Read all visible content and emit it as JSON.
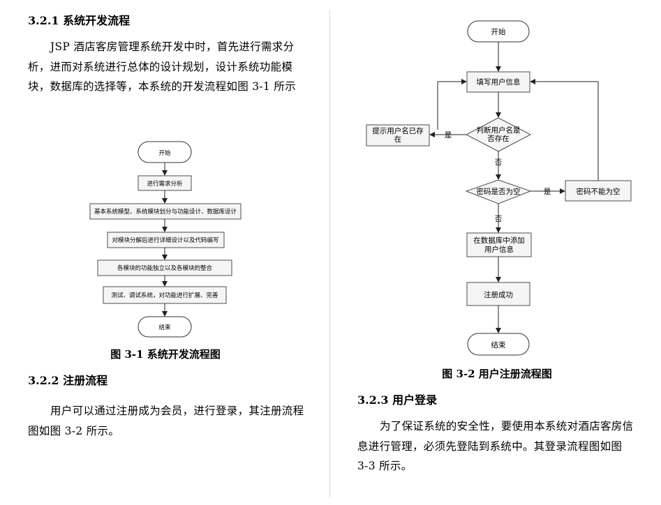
{
  "left": {
    "heading1": "3.2.1 系统开发流程",
    "para1": "JSP 酒店客房管理系统开发中时，首先进行需求分析，进而对系统进行总体的设计规划，设计系统功能模块，数据库的选择等，本系统的开发流程如图 3-1 所示",
    "flow1": {
      "start": "开始",
      "steps": [
        "进行需求分析",
        "基本系统模型、系统模块划分与功能设计、数据库设计",
        "对模块分解后进行详细设计以及代码编写",
        "各模块的功能独立以及各模块的整合",
        "测试、调试系统，对功能进行扩展、完善"
      ],
      "end": "结束"
    },
    "caption1": "图 3-1 系统开发流程图",
    "heading2": "3.2.2  注册流程",
    "para2": "用户可以通过注册成为会员，进行登录，其注册流程图如图 3-2 所示。"
  },
  "right": {
    "flow2": {
      "start": "开始",
      "fill_info": "填写用户信息",
      "check_exists": [
        "判断用户名是",
        "否存在"
      ],
      "exists_box": [
        "提示用户名已存",
        "在"
      ],
      "yes1": "是",
      "no1": "否",
      "check_pwd": "密码是否为空",
      "yes2": "是",
      "pwd_empty_box": "密码不能为空",
      "no2": "否",
      "add_db": [
        "在数据库中添加",
        "用户信息"
      ],
      "success": "注册成功",
      "end": "结束"
    },
    "caption2": "图 3-2  用户注册流程图",
    "heading3": "3.2.3  用户登录",
    "para3": "为了保证系统的安全性，要使用本系统对酒店客房信息进行管理，必须先登陆到系统中。其登录流程图如图 3-3 所示。"
  }
}
